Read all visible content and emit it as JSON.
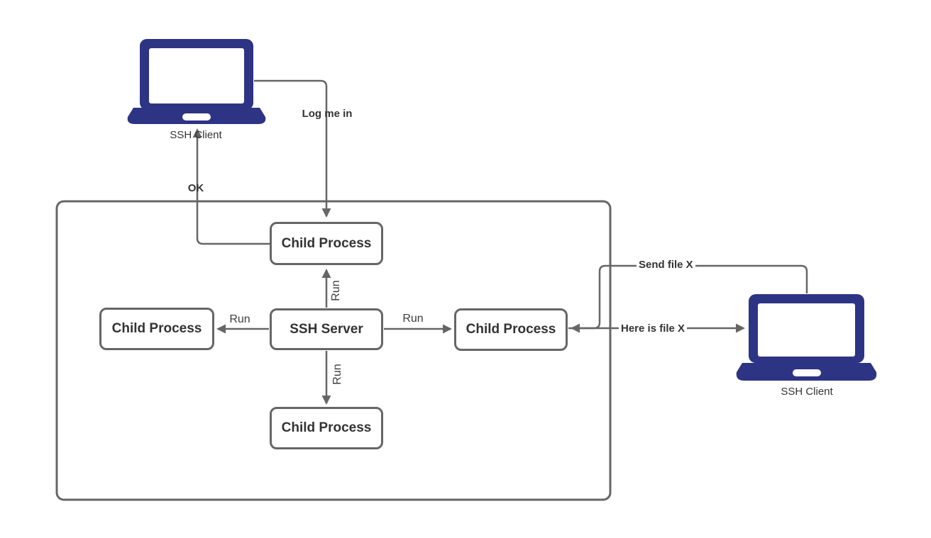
{
  "diagram": {
    "type": "ssh-architecture-flowchart",
    "colors": {
      "laptop_fill": "#2d3484",
      "line_stroke": "#666666",
      "text": "#333333",
      "background": "#ffffff"
    },
    "nodes": {
      "client_left": {
        "label": "SSH Client"
      },
      "client_right": {
        "label": "SSH Client"
      },
      "server": {
        "label": "SSH Server"
      },
      "child_top": {
        "label": "Child Process"
      },
      "child_left": {
        "label": "Child Process"
      },
      "child_right": {
        "label": "Child Process"
      },
      "child_bottom": {
        "label": "Child Process"
      }
    },
    "edges": {
      "log_me_in": {
        "label": "Log me in"
      },
      "ok": {
        "label": "OK"
      },
      "run_up": {
        "label": "Run"
      },
      "run_down": {
        "label": "Run"
      },
      "run_left": {
        "label": "Run"
      },
      "run_right": {
        "label": "Run"
      },
      "send_file": {
        "label": "Send file X"
      },
      "here_is_file": {
        "label": "Here is file X"
      }
    }
  }
}
